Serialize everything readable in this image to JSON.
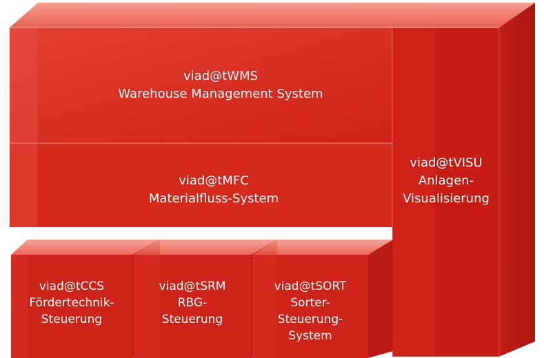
{
  "modules": {
    "wms": {
      "line1": "viad@tWMS",
      "line2": "Warehouse Management System"
    },
    "mfc": {
      "line1": "viad@tMFC",
      "line2": "Materialfluss-System"
    },
    "visu": {
      "line1": "viad@tVISU",
      "line2": "Anlagen-",
      "line3": "Visualisierung"
    },
    "ccs": {
      "line1": "viad@tCCS",
      "line2": "Fördertechnik-",
      "line3": "Steuerung"
    },
    "srm": {
      "line1": "viad@tSRM",
      "line2": "RBG-",
      "line3": "Steuerung"
    },
    "sort": {
      "line1": "viad@tSORT",
      "line2": "Sorter-",
      "line3": "Steuerung-",
      "line4": "System"
    }
  },
  "colors": {
    "front": "#d8281e",
    "top": "#f07a6a",
    "side": "#b81c14",
    "edge": "#f59a8c"
  }
}
